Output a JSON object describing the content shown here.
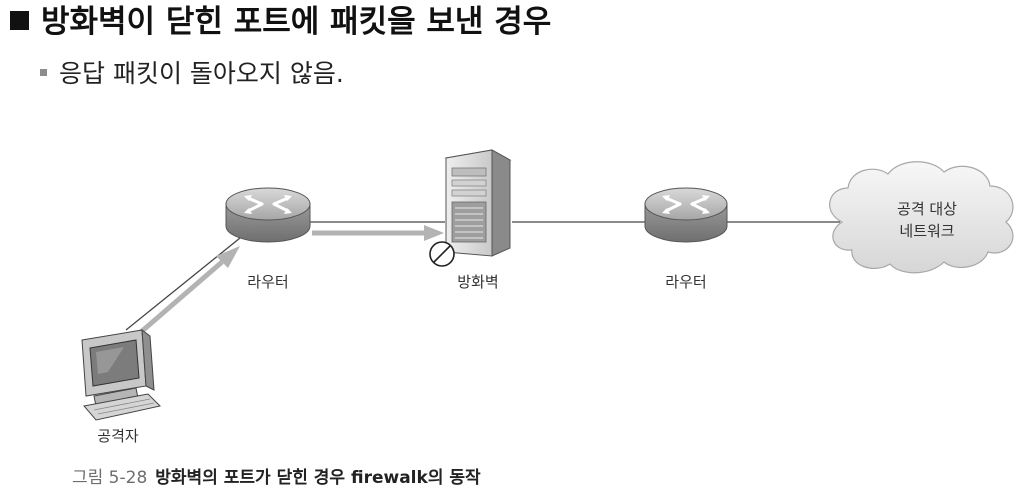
{
  "heading": "방화벽이 닫힌 포트에 패킷을 보낸 경우",
  "sub_bullet": "응답 패킷이 돌아오지 않음.",
  "diagram": {
    "router_left_label": "라우터",
    "firewall_label": "방화벽",
    "router_right_label": "라우터",
    "attacker_label": "공격자",
    "cloud_line1": "공격 대상",
    "cloud_line2": "네트워크"
  },
  "caption": {
    "number": "그림 5-28",
    "text": "방화벽의 포트가 닫힌 경우 firewalk의 동작"
  },
  "colors": {
    "arrow": "#b3b3b3",
    "device_gray": "#9a9a9a",
    "cloud_fill": "#eeeeee"
  }
}
